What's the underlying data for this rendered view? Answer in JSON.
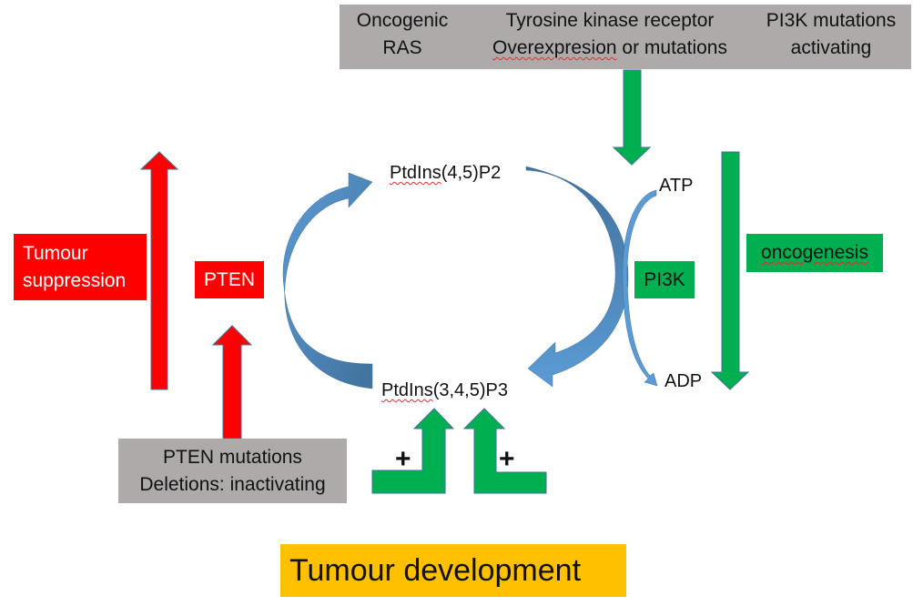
{
  "top_box": {
    "columns": [
      {
        "line1": "Oncogenic",
        "line2": "RAS"
      },
      {
        "line1": "Tyrosine kinase receptor",
        "line2a": "Overexpresion",
        "line2b": " or mutations"
      },
      {
        "line1": "PI3K mutations",
        "line2": "activating"
      }
    ]
  },
  "left": {
    "tumour_suppression": {
      "line1": "Tumour",
      "line2": "suppression"
    },
    "pten": "PTEN",
    "pten_mutations": {
      "line1": "PTEN mutations",
      "line2": "Deletions: inactivating"
    }
  },
  "cycle": {
    "top_label_a": "PtdIns",
    "top_label_b": "(4,5)P2",
    "bottom_label_a": "PtdIns",
    "bottom_label_b": "(3,4,5)P3"
  },
  "right": {
    "atp": "ATP",
    "adp": "ADP",
    "pi3k": "PI3K",
    "oncogenesis": "oncogenesis"
  },
  "plus_signs": [
    "+",
    "+"
  ],
  "footer": {
    "title": "Tumour development"
  },
  "colors": {
    "red": "#ff0000",
    "green": "#00b050",
    "grey": "#aeaaaa",
    "yellow": "#ffc000",
    "blue_light": "#5b9bd5",
    "blue_dark": "#41719c"
  }
}
